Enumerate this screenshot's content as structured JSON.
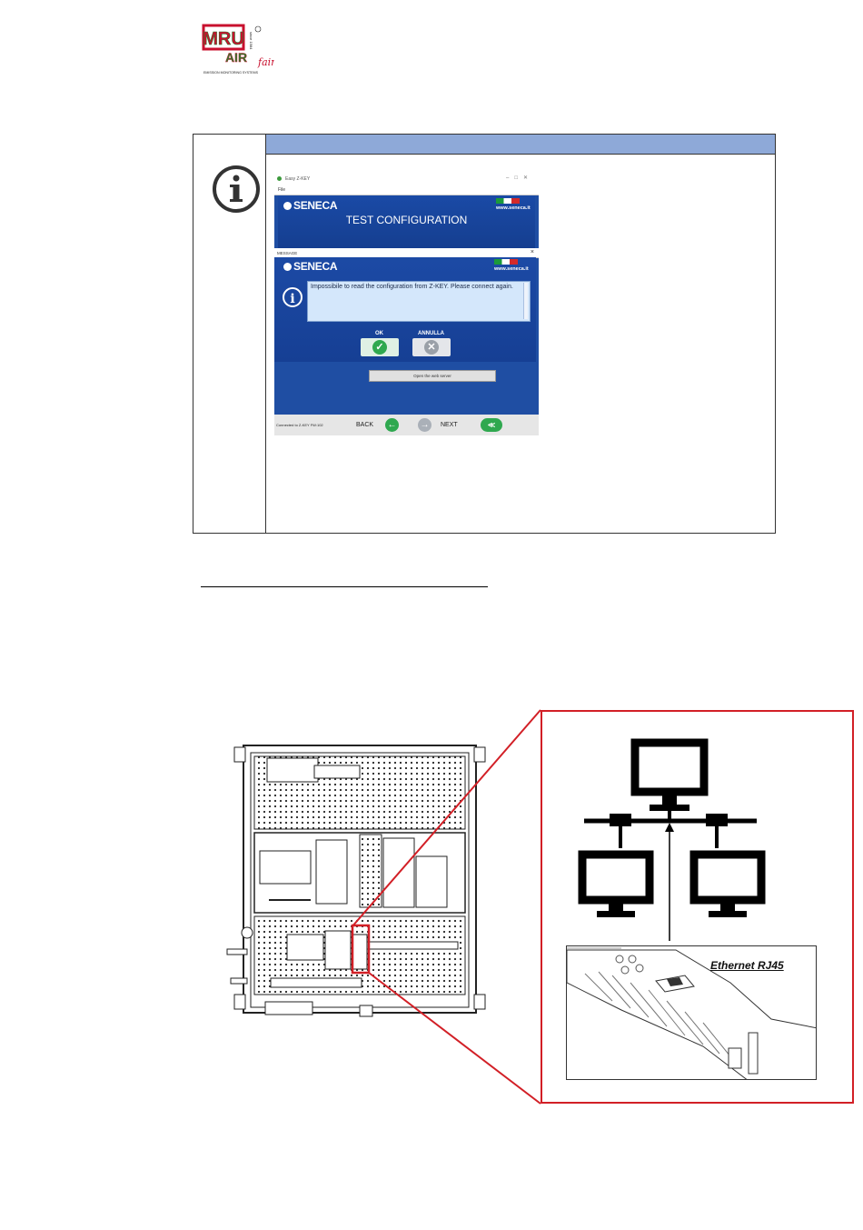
{
  "logo": {
    "main": "MRU",
    "sub": "AIR",
    "script": "fair",
    "tagline": "EMISSION MONITORING SYSTEMS",
    "side": "since 1984"
  },
  "info_box": {
    "icon": "info-icon"
  },
  "dialog": {
    "window_title": "Easy Z-KEY",
    "menu": "File",
    "brand": "SENECA",
    "website": "www.seneca.it",
    "page_title": "TEST CONFIGURATION",
    "message_title": "MESSAGE",
    "message": "Impossibile to read the configuration from Z-KEY. Please connect again.",
    "ok_label": "OK",
    "cancel_label": "ANNULLA",
    "web_button": "Open the web server",
    "status": "Connected to Z-KEY FW:102",
    "back_label": "BACK",
    "next_label": "NEXT",
    "colors": {
      "panel": "#1f4ea3",
      "ok": "#2fa84f",
      "cancel": "#9aa0a8"
    }
  },
  "figure": {
    "network_label": "Ethernet RJ45",
    "highlight_color": "#d21f26"
  }
}
